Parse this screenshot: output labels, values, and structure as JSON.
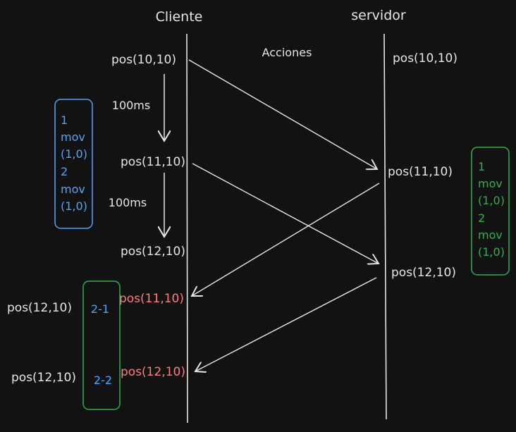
{
  "colors": {
    "background": "#121212",
    "stroke": "#e6e6e6",
    "red_text": "#ff7b7b",
    "blue": "#4ea6ff",
    "green": "#2fb14a"
  },
  "lanes": {
    "client": "Cliente",
    "server": "servidor"
  },
  "center_label": "Acciones",
  "client_positions": {
    "p1": "pos(10,10)",
    "p2": "pos(11,10)",
    "p3": "pos(12,10)"
  },
  "intervals": {
    "first": "100ms",
    "second": "100ms"
  },
  "server_positions": {
    "p1": "pos(10,10)",
    "p2": "pos(11,10)",
    "p3": "pos(12,10)"
  },
  "client_received": {
    "r1": "pos(11,10)",
    "r2": "pos(12,10)"
  },
  "blue_box": [
    "1",
    "mov",
    "(1,0)",
    "2",
    "mov",
    "(1,0)"
  ],
  "green_box": [
    "1",
    "mov",
    "(1,0)",
    "2",
    "mov",
    "(1,0)"
  ],
  "reconcile_box": {
    "first": "2-1",
    "second": "2-2"
  },
  "left_labels": {
    "first": "pos(12,10)",
    "second": "pos(12,10)"
  }
}
